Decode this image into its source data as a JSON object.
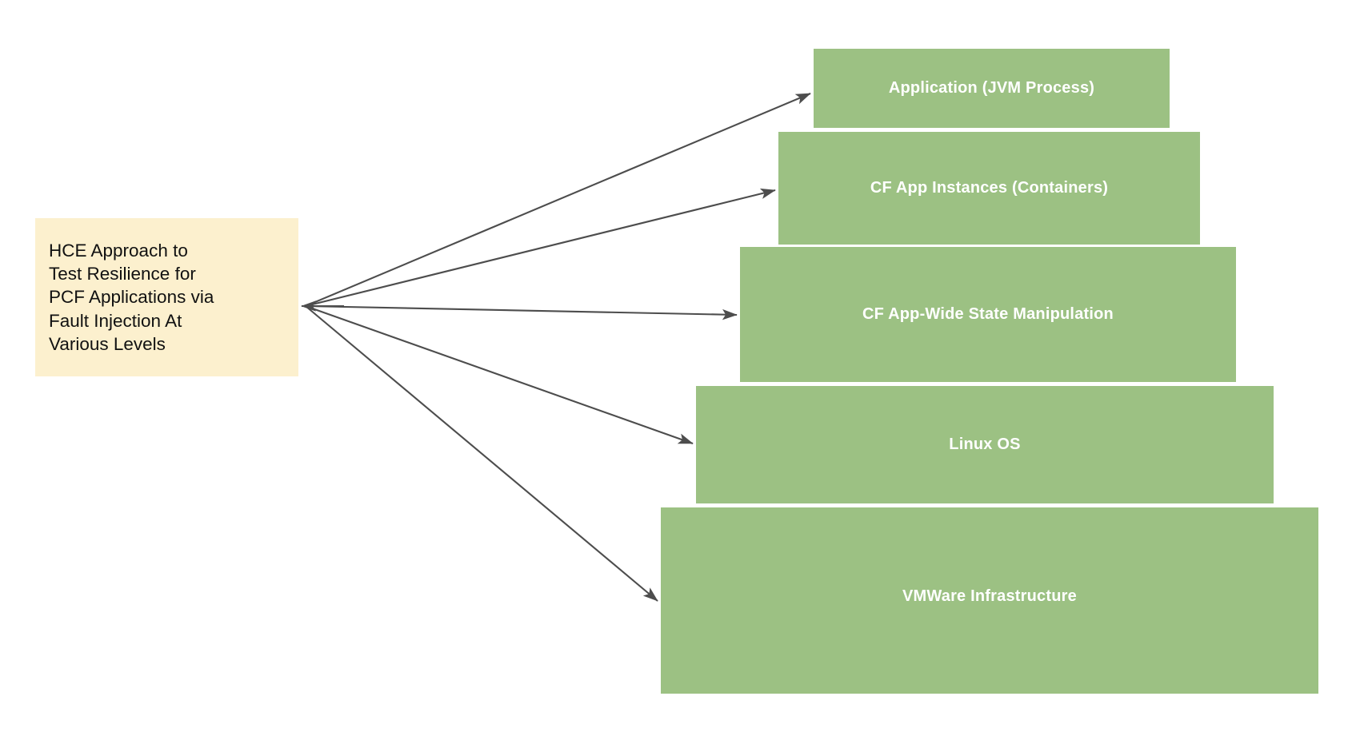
{
  "diagram": {
    "title": "HCE Approach to Test Resilience for PCF Applications via Fault Injection At Various Levels",
    "background_color": "#ffffff",
    "source_note": {
      "name": "hce-approach-note",
      "text": "HCE Approach to\nTest Resilience for\nPCF Applications via\nFault Injection At\nVarious Levels",
      "fill_color": "#fcf0ce",
      "text_color": "#111111"
    },
    "layer_fill_color": "#9cc183",
    "layer_text_color": "#ffffff",
    "connector_color": "#4d4d4d",
    "layers": [
      {
        "name": "application-jvm-process",
        "label": "Application (JVM Process)"
      },
      {
        "name": "cf-app-instances-containers",
        "label": "CF App Instances (Containers)"
      },
      {
        "name": "cf-app-wide-state-manipulation",
        "label": "CF App-Wide State Manipulation"
      },
      {
        "name": "linux-os",
        "label": "Linux OS"
      },
      {
        "name": "vmware-infrastructure",
        "label": "VMWare Infrastructure"
      }
    ]
  }
}
